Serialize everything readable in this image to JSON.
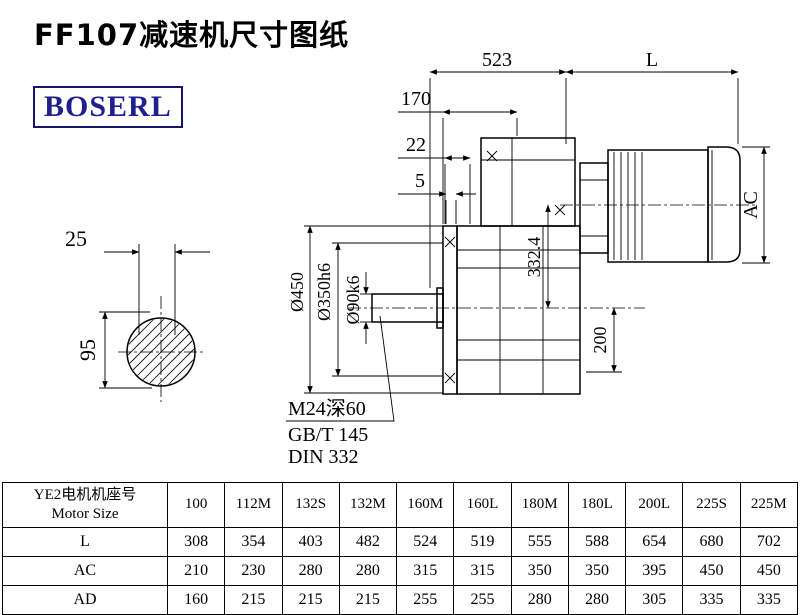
{
  "page": {
    "title": "FF107减速机尺寸图纸",
    "brand": "BOSERL"
  },
  "drawing": {
    "dim_523": "523",
    "dim_L": "L",
    "dim_170": "170",
    "dim_22": "22",
    "dim_5": "5",
    "dim_AC": "AC",
    "dim_332_4": "332.4",
    "dim_200": "200",
    "dia_450": "Ø450",
    "dia_350": "Ø350h6",
    "dia_90": "Ø90k6",
    "dim_25": "25",
    "dim_95": "95",
    "tap_note": "M24深60",
    "std_gb": "GB/T 145",
    "std_din": "DIN 332"
  },
  "table": {
    "header_line1": "YE2电机机座号",
    "header_line2": "Motor Size",
    "columns": [
      "100",
      "112M",
      "132S",
      "132M",
      "160M",
      "160L",
      "180M",
      "180L",
      "200L",
      "225S",
      "225M"
    ],
    "rows": [
      {
        "label": "L",
        "values": [
          308,
          354,
          403,
          482,
          524,
          519,
          555,
          588,
          654,
          680,
          702
        ]
      },
      {
        "label": "AC",
        "values": [
          210,
          230,
          280,
          280,
          315,
          315,
          350,
          350,
          395,
          450,
          450
        ]
      },
      {
        "label": "AD",
        "values": [
          160,
          215,
          215,
          215,
          255,
          255,
          280,
          280,
          305,
          335,
          335
        ]
      }
    ]
  }
}
